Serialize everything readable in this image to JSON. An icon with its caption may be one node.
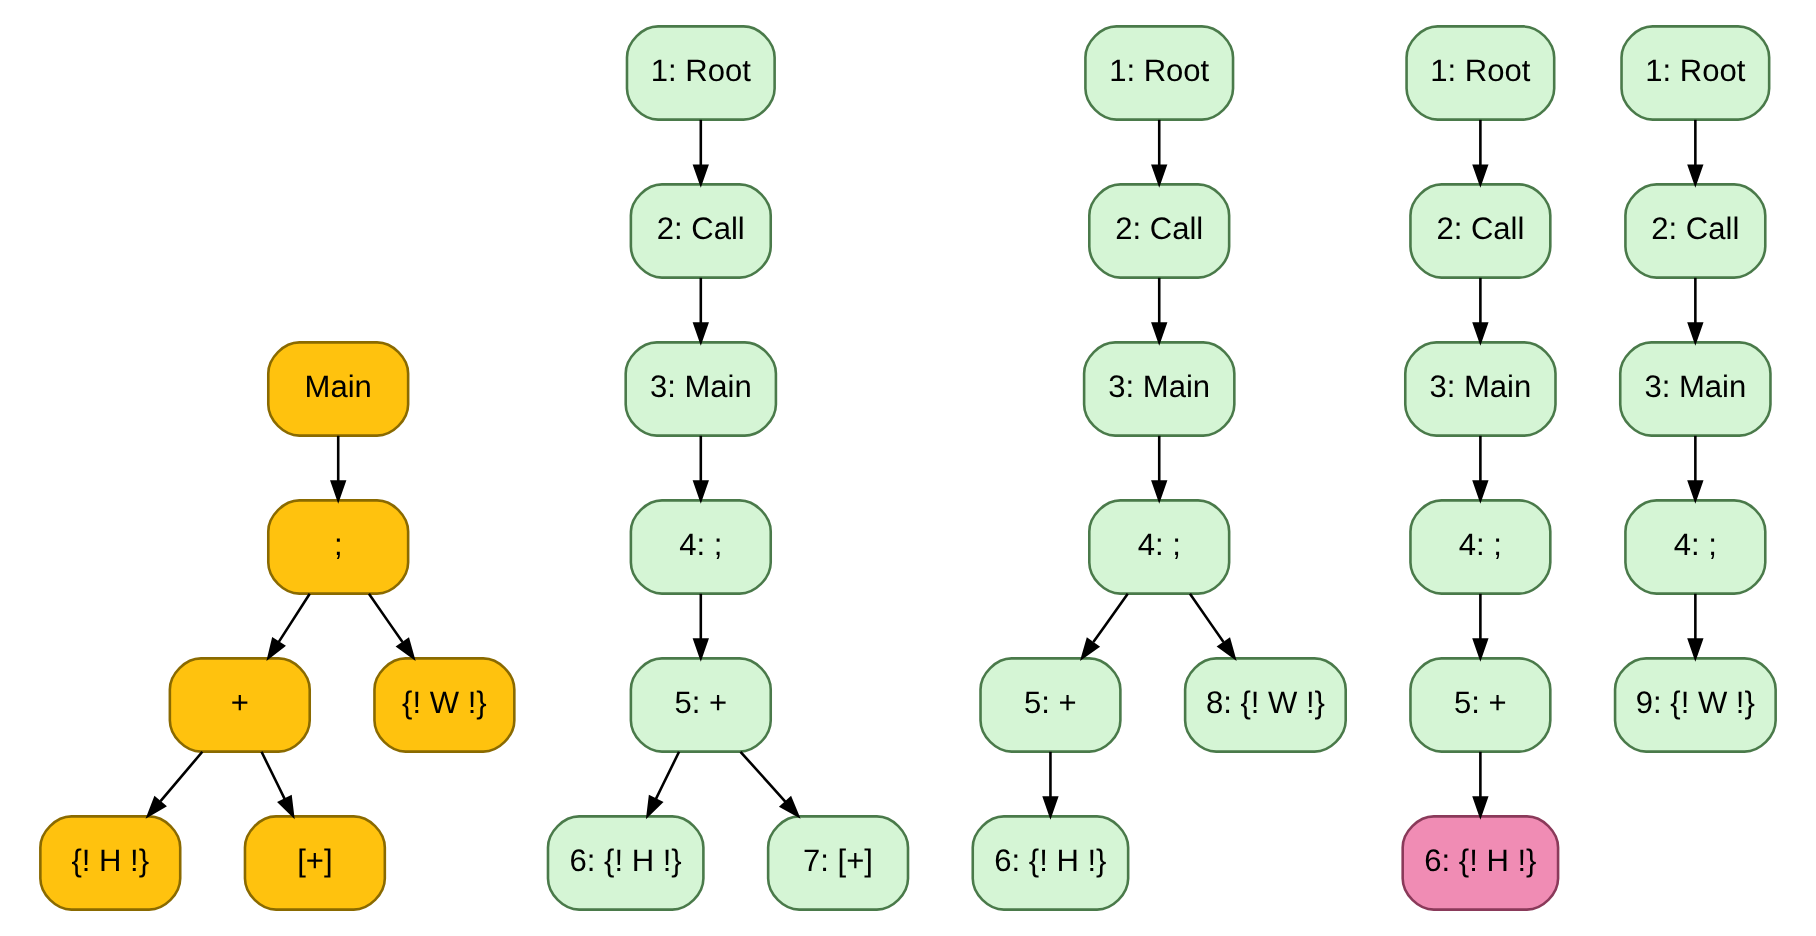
{
  "diagram": {
    "nodes": [
      {
        "text": [
          "Main"
        ]
      },
      {
        "text": [
          ";"
        ]
      },
      {
        "text": [
          "+"
        ]
      },
      {
        "text": [
          "{! W !}"
        ]
      },
      {
        "text": [
          "{! H !}"
        ]
      },
      {
        "text": [
          "[+]"
        ]
      },
      {
        "text": [
          "1: Root"
        ]
      },
      {
        "text": [
          "2: Call"
        ]
      },
      {
        "text": [
          "3: Main"
        ]
      },
      {
        "text": [
          "4: ;"
        ]
      },
      {
        "text": [
          "5: +"
        ]
      },
      {
        "text": [
          "6: {! H !}"
        ]
      },
      {
        "text": [
          "7: [+]"
        ]
      },
      {
        "text": [
          "1: Root"
        ]
      },
      {
        "text": [
          "2: Call"
        ]
      },
      {
        "text": [
          "3: Main"
        ]
      },
      {
        "text": [
          "4: ;"
        ]
      },
      {
        "text": [
          "5: +"
        ]
      },
      {
        "text": [
          "8: {! W !}"
        ]
      },
      {
        "text": [
          "6: {! H !}"
        ]
      },
      {
        "text": [
          "1: Root"
        ]
      },
      {
        "text": [
          "2: Call"
        ]
      },
      {
        "text": [
          "3: Main"
        ]
      },
      {
        "text": [
          "4: ;"
        ]
      },
      {
        "text": [
          "5: +"
        ]
      },
      {
        "text": [
          "6: {! H !}"
        ]
      },
      {
        "text": [
          "1: Root"
        ]
      },
      {
        "text": [
          "2: Call"
        ]
      },
      {
        "text": [
          "3: Main"
        ]
      },
      {
        "text": [
          "4: ;"
        ]
      },
      {
        "text": [
          "9: {! W !}"
        ]
      }
    ],
    "edges": [
      {
        "from": 0,
        "to": 1,
        "arrow": "to"
      },
      {
        "from": 1,
        "to": 2,
        "arrow": "to"
      },
      {
        "from": 1,
        "to": 3,
        "arrow": "to"
      },
      {
        "from": 2,
        "to": 4,
        "arrow": "to"
      },
      {
        "from": 2,
        "to": 5,
        "arrow": "to"
      },
      {
        "from": 6,
        "to": 7,
        "arrow": "to"
      },
      {
        "from": 7,
        "to": 8,
        "arrow": "to"
      },
      {
        "from": 8,
        "to": 9,
        "arrow": "to"
      },
      {
        "from": 9,
        "to": 10,
        "arrow": "to"
      },
      {
        "from": 10,
        "to": 11,
        "arrow": "to"
      },
      {
        "from": 10,
        "to": 12,
        "arrow": "to"
      },
      {
        "from": 13,
        "to": 14,
        "arrow": "to"
      },
      {
        "from": 14,
        "to": 15,
        "arrow": "to"
      },
      {
        "from": 15,
        "to": 16,
        "arrow": "to"
      },
      {
        "from": 16,
        "to": 17,
        "arrow": "to"
      },
      {
        "from": 16,
        "to": 18,
        "arrow": "to"
      },
      {
        "from": 17,
        "to": 19,
        "arrow": "to"
      },
      {
        "from": 20,
        "to": 21,
        "arrow": "to"
      },
      {
        "from": 21,
        "to": 22,
        "arrow": "to"
      },
      {
        "from": 22,
        "to": 23,
        "arrow": "to"
      },
      {
        "from": 23,
        "to": 24,
        "arrow": "to"
      },
      {
        "from": 24,
        "to": 25,
        "arrow": "to"
      },
      {
        "from": 26,
        "to": 27,
        "arrow": "to"
      },
      {
        "from": 27,
        "to": 28,
        "arrow": "to"
      },
      {
        "from": 28,
        "to": 29,
        "arrow": "to"
      },
      {
        "from": 29,
        "to": 30,
        "arrow": "to"
      }
    ]
  }
}
